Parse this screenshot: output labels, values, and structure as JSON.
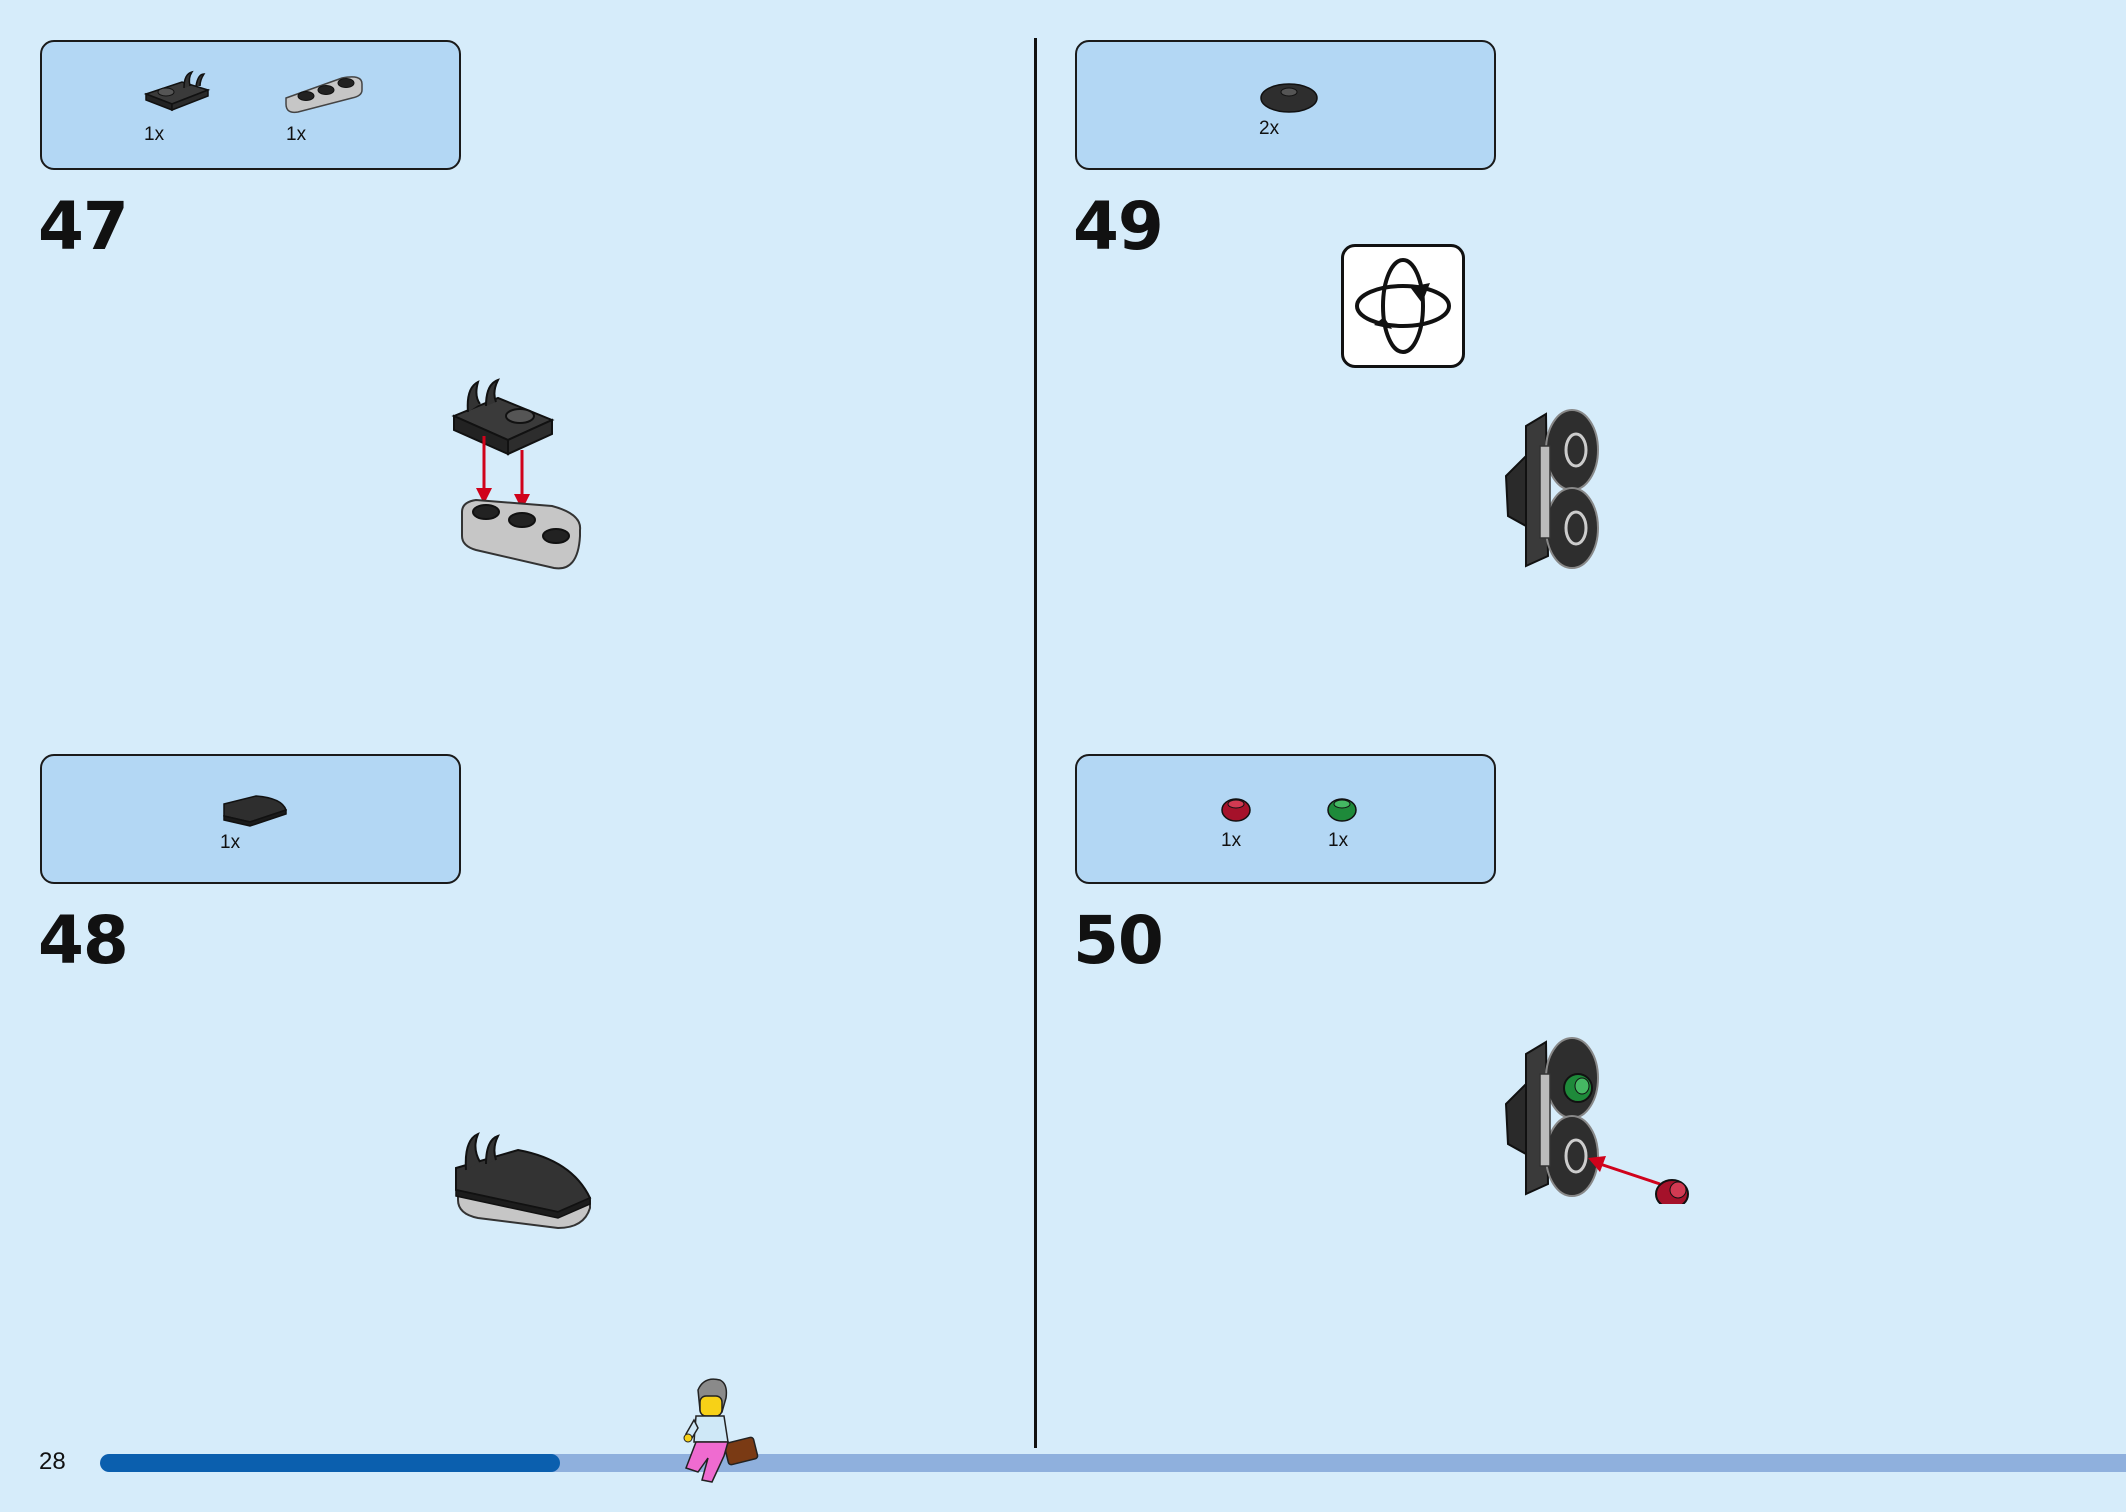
{
  "page": {
    "number": "28",
    "progress": 0.227
  },
  "steps": [
    {
      "number": "47",
      "parts": [
        {
          "name": "black-clip-plate",
          "qty": "1x"
        },
        {
          "name": "gray-1x3-rounded-plate",
          "qty": "1x"
        }
      ]
    },
    {
      "number": "48",
      "parts": [
        {
          "name": "black-curved-slope",
          "qty": "1x"
        }
      ]
    },
    {
      "number": "49",
      "parts": [
        {
          "name": "black-round-dish",
          "qty": "2x"
        }
      ],
      "icon": "rotate-model-icon"
    },
    {
      "number": "50",
      "parts": [
        {
          "name": "red-round-plate",
          "qty": "1x"
        },
        {
          "name": "green-round-plate",
          "qty": "1x"
        }
      ]
    }
  ],
  "colors": {
    "background": "#d6ecfa",
    "parts_box": "#b3d7f4",
    "progress_done": "#0b5fae",
    "progress_remaining": "#8fb0dd",
    "arrow": "#d0021b"
  }
}
